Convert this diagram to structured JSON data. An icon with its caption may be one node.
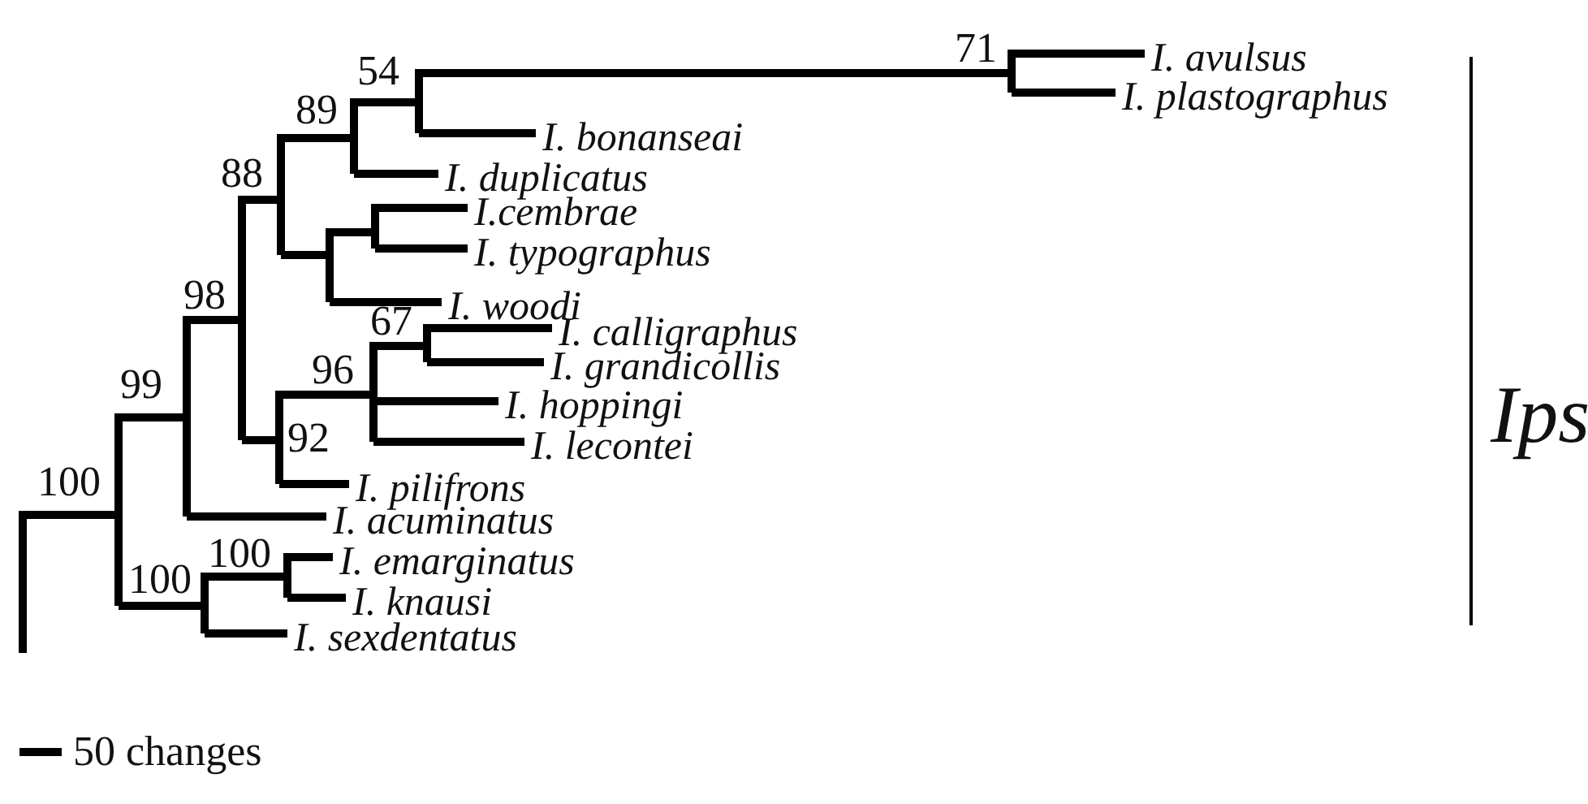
{
  "diagram": {
    "labels": [
      "I. avulsus",
      "71",
      "I. plastographus",
      "54",
      "89",
      "I. bonanseai",
      "I. duplicatus",
      "88",
      "I.cembrae",
      "I. typographus",
      "98",
      "I. woodi",
      "67",
      "I. calligraphus",
      "96",
      "I. grandicollis",
      "99",
      "Ips",
      "I. hoppingi",
      "92",
      "I. lecontei",
      "100",
      "I. pilifrons",
      "I. acuminatus",
      "100",
      "100",
      "I. emarginatus",
      "I. knausi",
      "I. sexdentatus",
      "50 changes"
    ]
  }
}
